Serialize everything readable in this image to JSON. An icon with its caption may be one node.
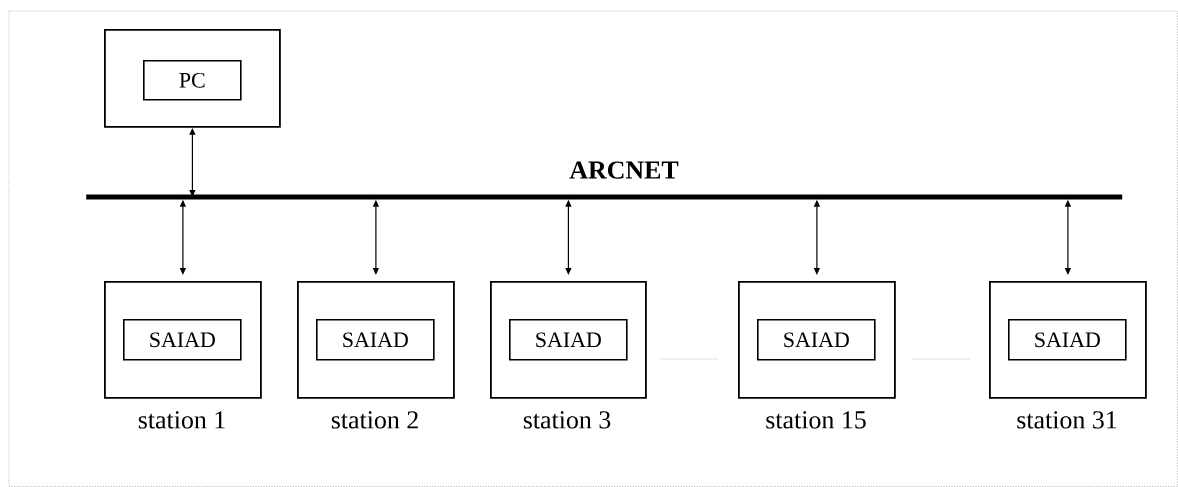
{
  "diagram": {
    "nodes": [
      {
        "text": [],
        "shape": "box"
      },
      {
        "text": [
          "PC"
        ],
        "in": 0
      },
      {
        "text": [
          "ARCNET"
        ]
      },
      {
        "text": [],
        "shape": "box",
        "beside": [
          "station 1"
        ]
      },
      {
        "text": [
          "SAIAD"
        ],
        "in": 3
      },
      {
        "text": [],
        "shape": "box",
        "beside": [
          "station 2"
        ]
      },
      {
        "text": [
          "SAIAD"
        ],
        "in": 5
      },
      {
        "text": [],
        "shape": "box",
        "beside": [
          "station 3"
        ]
      },
      {
        "text": [
          "SAIAD"
        ],
        "in": 7
      },
      {
        "text": [],
        "shape": "box",
        "beside": [
          "station 15"
        ]
      },
      {
        "text": [
          "SAIAD"
        ],
        "in": 9
      },
      {
        "text": [],
        "shape": "box",
        "beside": [
          "station 31"
        ]
      },
      {
        "text": [
          "SAIAD"
        ],
        "in": 11
      }
    ],
    "edges": [
      {
        "from": 0,
        "to": 2,
        "arrow": "both"
      },
      {
        "from": 2,
        "to": 3,
        "arrow": "both"
      },
      {
        "from": 2,
        "to": 5,
        "arrow": "both"
      },
      {
        "from": 2,
        "to": 7,
        "arrow": "both"
      },
      {
        "from": 2,
        "to": 9,
        "arrow": "both"
      },
      {
        "from": 2,
        "to": 11,
        "arrow": "both"
      }
    ]
  }
}
